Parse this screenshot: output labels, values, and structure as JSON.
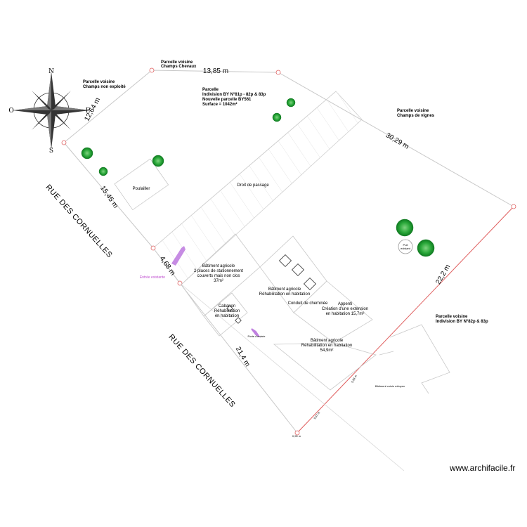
{
  "compass": {
    "n": "N",
    "s": "S",
    "e": "E",
    "o": "O"
  },
  "parcels": {
    "neighbor_nw": [
      "Parcelle voisine",
      "Champs non exploité"
    ],
    "neighbor_n": [
      "Parcelle voisine",
      "Champs Chevaux"
    ],
    "main": [
      "Parcelle",
      "Indivision BY N°81p - 82p & 83p",
      "Nouvelle parcelle BY561",
      "Surface = 1042m²"
    ],
    "neighbor_e": [
      "Parcelle voisine",
      "Champs de vignes"
    ],
    "neighbor_se": [
      "Parcelle voisine",
      "Indivision BY N°82p & 83p"
    ]
  },
  "dimensions": {
    "d1": "13,85 m",
    "d2": "12,64 m",
    "d3": "30,29 m",
    "d4": "15,45 m",
    "d5": "4,68 m",
    "d6": "22,2 m",
    "d7": "21,4 m",
    "d8": "5,98 m",
    "d9": "9,37 m",
    "d10": "0,95 m"
  },
  "streets": [
    "RUE DES CORNUELLES",
    "RUE DES CORNUELLES"
  ],
  "labels": {
    "poulailler": "Poulailler",
    "droit_passage": "Droit de passage",
    "batiment1": [
      "Bâtiment agricole",
      "2 places de stationnement",
      "couverts mais non clos",
      "37m²"
    ],
    "batiment2": [
      "Bâtiment agricole",
      "Réhabilitation en habitation"
    ],
    "cabanon": [
      "Cabanon",
      "Réhabilitation",
      "en habitation"
    ],
    "conduit": "Conduit de cheminée",
    "appenti": [
      "Appenti",
      "Création d'une extension",
      "en habitation 15,7m²"
    ],
    "batiment3": [
      "Bâtiment agricole",
      "Réhabilitation en habitation",
      "54,9m²"
    ],
    "batiment_voisin": "Bâtiment voisin mitoyen",
    "entree": "Entrée existante",
    "porte": "Porte d'entrée",
    "puit": [
      "Puit",
      "existant"
    ]
  },
  "colors": {
    "boundary": "#c8c8c8",
    "red": "#d9534f",
    "tree": "#1a9a2a",
    "arrow": "#c080e0"
  },
  "watermark": "www.archifacile.fr"
}
